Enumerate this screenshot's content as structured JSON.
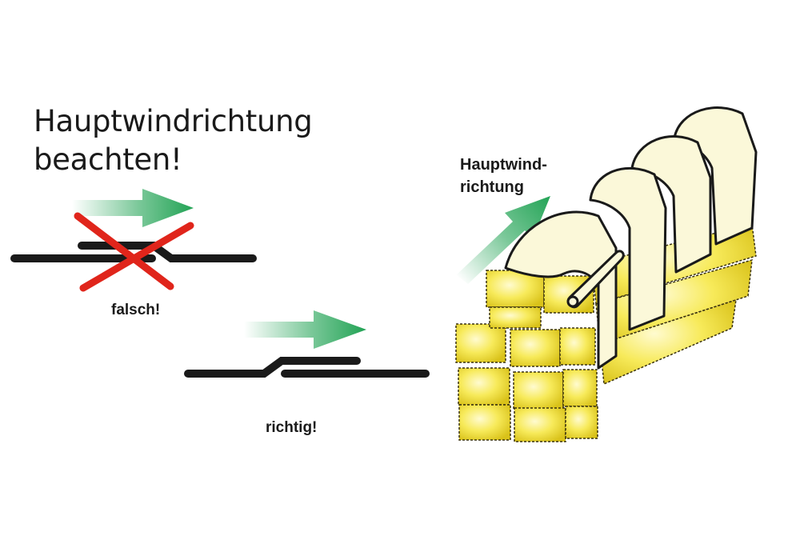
{
  "headline": {
    "line1": "Hauptwindrichtung",
    "line2": "beachten!"
  },
  "labels": {
    "wrong": "falsch!",
    "right": "richtig!",
    "wind_line1": "Hauptwind-",
    "wind_line2": "richtung"
  },
  "colors": {
    "arrow": "#22a355",
    "cross": "#e0251b",
    "line": "#1a1a1a",
    "cover": "#fbf8d9",
    "hay": "#f7e642"
  }
}
